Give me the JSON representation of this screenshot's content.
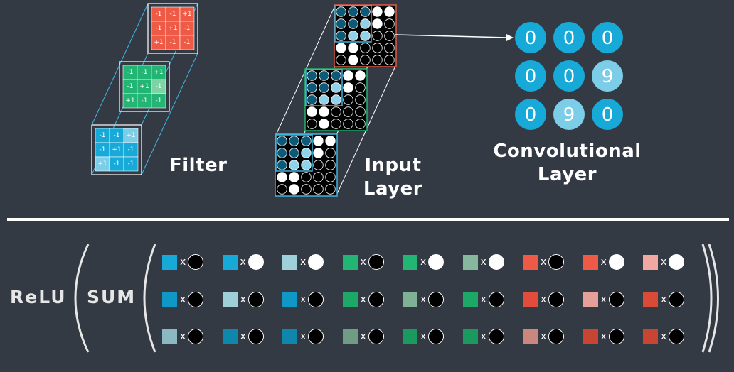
{
  "top": {
    "filter_label": "Filter",
    "input_label_line1": "Input",
    "input_label_line2": "Layer",
    "conv_label_line1": "Convolutional",
    "conv_label_line2": "Layer"
  },
  "filters": [
    {
      "channel": "red",
      "base": "#ef5a46",
      "highlight": "#f08c80",
      "values": [
        "-1",
        "-1",
        "+1",
        "-1",
        "+1",
        "-1",
        "+1",
        "-1",
        "-1"
      ]
    },
    {
      "channel": "green",
      "base": "#22b573",
      "highlight": "#7fd1a6",
      "values": [
        "-1",
        "-1",
        "+1",
        "-1",
        "+1",
        "-1",
        "+1",
        "-1",
        "-1"
      ]
    },
    {
      "channel": "blue",
      "base": "#17a9d8",
      "highlight": "#7ccde8",
      "values": [
        "-1",
        "-1",
        "+1",
        "-1",
        "+1",
        "-1",
        "+1",
        "-1",
        "-1"
      ]
    }
  ],
  "input_grid": [
    [
      0,
      0,
      0,
      1,
      1
    ],
    [
      0,
      0,
      1,
      1,
      0
    ],
    [
      0,
      1,
      1,
      0,
      0
    ],
    [
      1,
      1,
      0,
      0,
      0
    ],
    [
      0,
      1,
      0,
      0,
      0
    ]
  ],
  "conv_output": [
    [
      "0",
      "0",
      "0"
    ],
    [
      "0",
      "0",
      "9"
    ],
    [
      "0",
      "9",
      "0"
    ]
  ],
  "formula": {
    "relu": "ReLU",
    "sum": "SUM",
    "times": "x",
    "rows": [
      [
        {
          "color": "#17a9d8",
          "dot": "black"
        },
        {
          "color": "#17a9d8",
          "dot": "white"
        },
        {
          "color": "#9fcfd8",
          "dot": "white"
        },
        {
          "color": "#22b573",
          "dot": "black"
        },
        {
          "color": "#22b573",
          "dot": "white"
        },
        {
          "color": "#86b89d",
          "dot": "white"
        },
        {
          "color": "#ef5a46",
          "dot": "black"
        },
        {
          "color": "#ef5a46",
          "dot": "white"
        },
        {
          "color": "#f0a8a0",
          "dot": "white"
        }
      ],
      [
        {
          "color": "#0f97c6",
          "dot": "black"
        },
        {
          "color": "#9fcfd8",
          "dot": "black"
        },
        {
          "color": "#0f97c6",
          "dot": "black"
        },
        {
          "color": "#1ea868",
          "dot": "black"
        },
        {
          "color": "#7fb294",
          "dot": "black"
        },
        {
          "color": "#1ea868",
          "dot": "black"
        },
        {
          "color": "#e14c3b",
          "dot": "black"
        },
        {
          "color": "#e6a09a",
          "dot": "black"
        },
        {
          "color": "#d94a37",
          "dot": "black"
        }
      ],
      [
        {
          "color": "#8ab9c2",
          "dot": "black"
        },
        {
          "color": "#0f86ac",
          "dot": "black"
        },
        {
          "color": "#0f86ac",
          "dot": "black"
        },
        {
          "color": "#6f9c84",
          "dot": "black"
        },
        {
          "color": "#1a9a5f",
          "dot": "black"
        },
        {
          "color": "#1a9a5f",
          "dot": "black"
        },
        {
          "color": "#c98780",
          "dot": "black"
        },
        {
          "color": "#c84433",
          "dot": "black"
        },
        {
          "color": "#c84433",
          "dot": "black"
        }
      ]
    ]
  },
  "colors": {
    "background": "#343a44",
    "conv_circle": "#17a9d8",
    "conv_circle_highlight": "#7ccde8",
    "divider": "#ffffff"
  }
}
